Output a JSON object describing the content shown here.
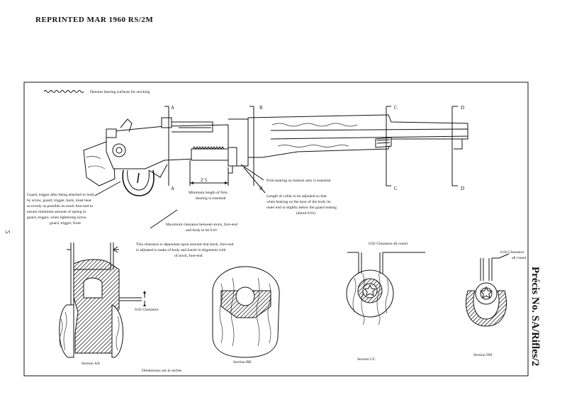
{
  "header": {
    "reprint": "REPRINTED MAR 1960 RS/2M"
  },
  "side_label": "Précis No. SA/Rifles/2",
  "page_number": "5",
  "legend": {
    "text": "Denotes bearing surfaces for stocking"
  },
  "section_markers": {
    "a": "A",
    "b": "B",
    "c": "C",
    "d": "D"
  },
  "dimension": {
    "value": "2·5"
  },
  "notes": {
    "min_length_1": "Minimum length of firm",
    "min_length_2": "bearing is essential",
    "firm_bearing": "Firm bearing on bottom only is essential",
    "collar_1": "Length of collar to be adjusted so that",
    "collar_2": "when bearing on the boss of the body its",
    "collar_3": "outer end is slightly below the guard seating",
    "collar_4": "(about 0.01)",
    "guard_1": "Guard, trigger after being attached to body",
    "guard_2": "by screw, guard, trigger, back, must bear",
    "guard_3": "as evenly as possible on stock fore-end to",
    "guard_4": "ensure minimum amount of spring in",
    "guard_5": "guard, trigger, when tightening screw,",
    "guard_6": "guard, trigger, front",
    "max_clear_1": "Maximum clearance between stock, fore-end",
    "max_clear_2": "and body to be 0.01",
    "dep_1": "This clearance is dependant upon amount that stock, fore-end",
    "dep_2": "is adjusted to make of body and barrel in alignment with",
    "dep_3": "of stock, fore-end",
    "clear_02_aa": "0.02 Clearance",
    "clear_02_cc": "0.02 Clearance all round",
    "clear_04_1": "0.04 Clearance",
    "clear_04_2": "all round"
  },
  "sections": {
    "aa": "Section AA",
    "bb": "Section BB",
    "cc": "Section CC",
    "dd": "Section DD"
  },
  "units_note": "Dimensions are in inches"
}
